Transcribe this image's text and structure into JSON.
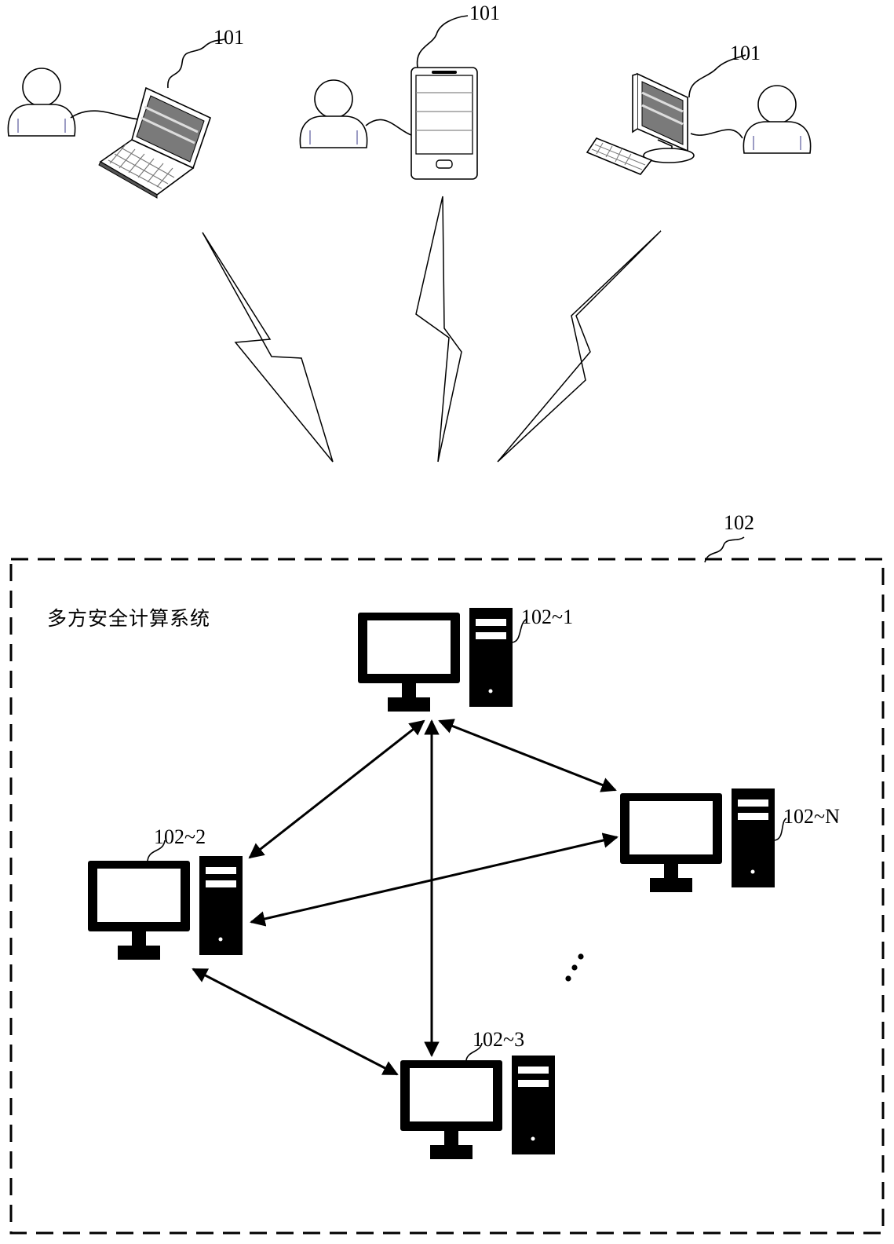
{
  "user_devices": [
    {
      "device": "laptop",
      "label": "101"
    },
    {
      "device": "mobile-phone",
      "label": "101"
    },
    {
      "device": "desktop-computer",
      "label": "101"
    }
  ],
  "system": {
    "label": "102",
    "title": "多方安全计算系统",
    "nodes": [
      {
        "id": "node-1",
        "label": "102~1"
      },
      {
        "id": "node-2",
        "label": "102~2"
      },
      {
        "id": "node-3",
        "label": "102~3"
      },
      {
        "id": "node-n",
        "label": "102~N"
      }
    ],
    "ellipsis": "⋮"
  },
  "links": [
    [
      "node-1",
      "node-2"
    ],
    [
      "node-1",
      "node-3"
    ],
    [
      "node-1",
      "node-n"
    ],
    [
      "node-2",
      "node-n"
    ],
    [
      "node-2",
      "node-3"
    ]
  ]
}
